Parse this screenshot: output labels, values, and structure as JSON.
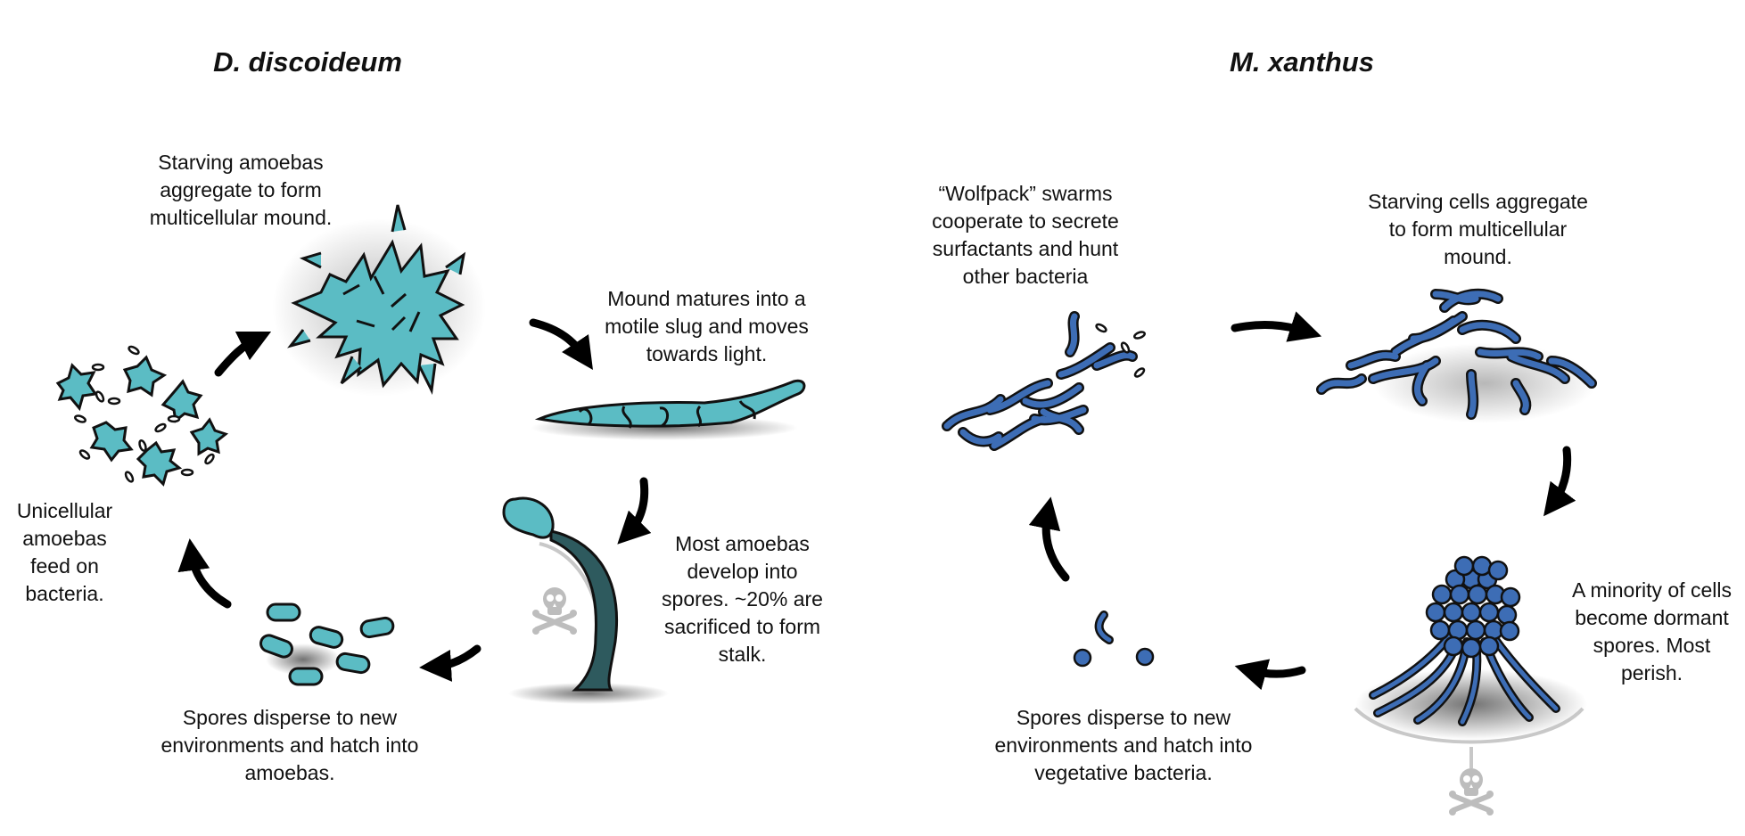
{
  "panels": {
    "left": {
      "title": "D. discoideum",
      "captions": {
        "aggregate": "Starving amoebas aggregate to form multicellular mound.",
        "slug": "Mound matures into a motile slug and moves towards light.",
        "stalk": "Most amoebas develop into spores.  ~20% are sacrificed to form stalk.",
        "disperse": "Spores disperse to new environments and hatch into amoebas.",
        "feed": "Unicellular amoebas feed on bacteria."
      }
    },
    "right": {
      "title": "M. xanthus",
      "captions": {
        "wolfpack": "“Wolfpack” swarms cooperate to secrete surfactants and hunt other bacteria",
        "aggregate": "Starving cells aggregate to form multicellular mound.",
        "spores": "A minority of cells become dormant spores. Most perish.",
        "disperse": "Spores disperse to new environments and hatch into vegetative bacteria."
      }
    }
  },
  "colors": {
    "amoeba": "#5bbcc4",
    "stalk": "#2e5a5e",
    "bacteria": "#3d6db5",
    "outline": "#111111",
    "death": "#c0c0c0"
  },
  "icons": [
    "skull-crossbones-icon",
    "cycle-arrow-icon"
  ]
}
